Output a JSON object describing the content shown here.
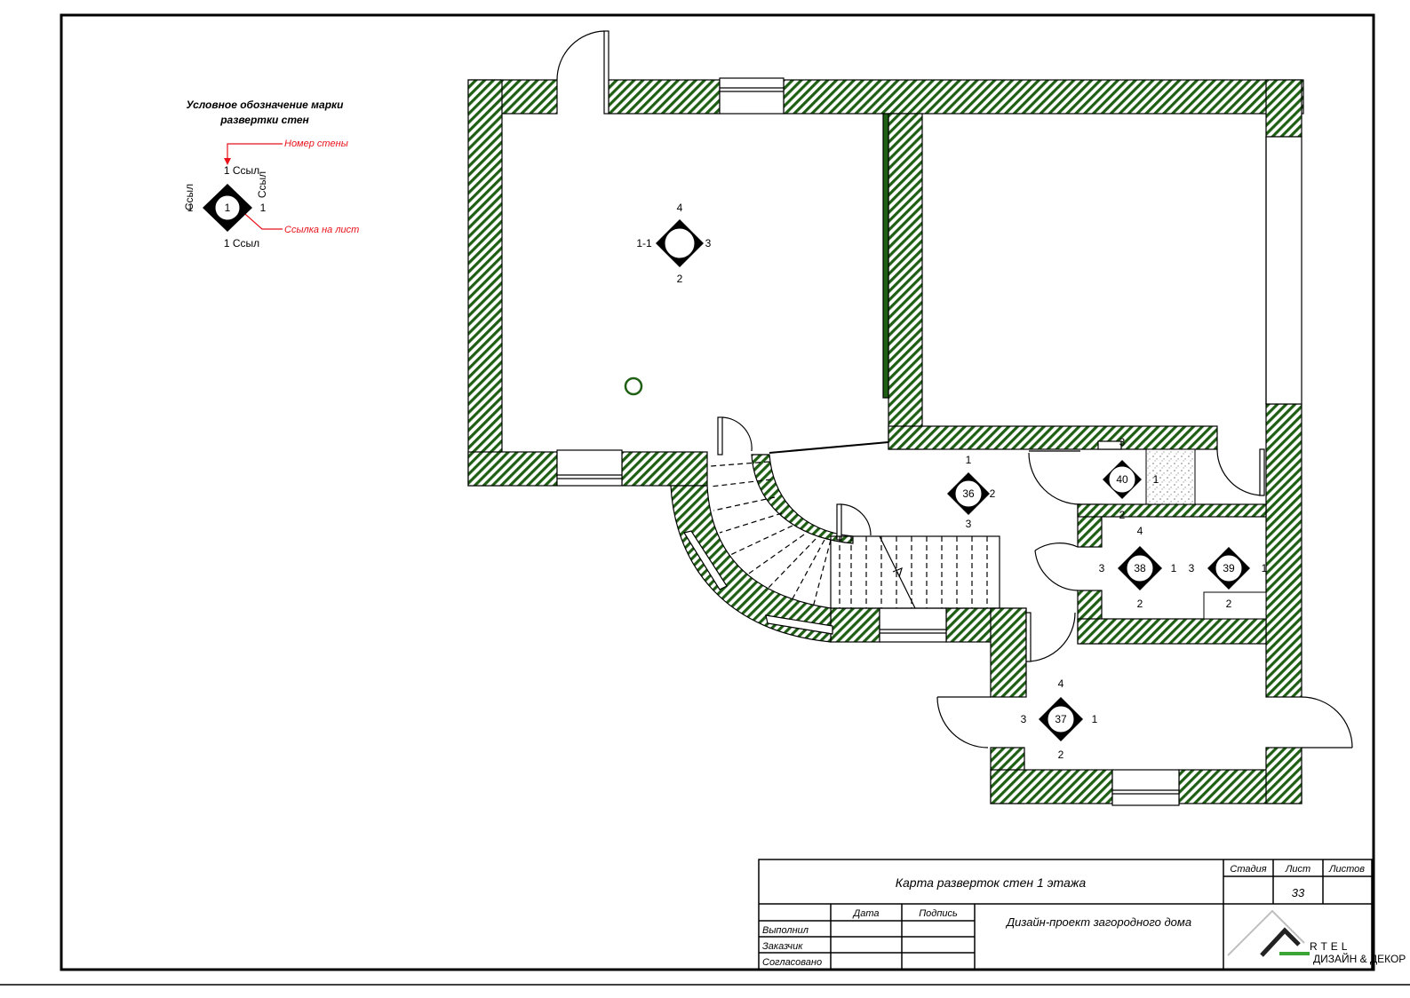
{
  "legend": {
    "title_line1": "Условное обозначение марки",
    "title_line2": "развертки стен",
    "wall_number_note": "Номер стены",
    "sheet_link_note": "Ссылка на лист",
    "top_label": "1 Ссыл",
    "bottom_label": "1 Ссыл",
    "left_label": "Ссыл",
    "left_num": "1",
    "right_label": "Ссыл",
    "right_num": "1",
    "center": "1"
  },
  "markers": [
    {
      "center": "",
      "top": "4",
      "right": "3",
      "bottom": "2",
      "left": "1-1"
    },
    {
      "center": "36",
      "top": "1",
      "right": "2",
      "bottom": "3",
      "left": ""
    },
    {
      "center": "40",
      "top": "3",
      "right": "1",
      "bottom": "2",
      "left": ""
    },
    {
      "center": "38",
      "top": "4",
      "right": "1",
      "bottom": "2",
      "left": "3"
    },
    {
      "center": "39",
      "top": "",
      "right": "1",
      "bottom": "2",
      "left": "3"
    },
    {
      "center": "37",
      "top": "4",
      "right": "1",
      "bottom": "2",
      "left": "3"
    }
  ],
  "title_block": {
    "sheet_title": "Карта разверток стен 1 этажа",
    "stage_header": "Стадия",
    "sheet_header": "Лист",
    "sheets_header": "Листов",
    "stage_value": "",
    "sheet_value": "33",
    "sheets_value": "",
    "date_header": "Дата",
    "signature_header": "Подпись",
    "row_made_by": "Выполнил",
    "row_customer": "Заказчик",
    "row_approved": "Согласовано",
    "project_name": "Дизайн-проект загородного дома",
    "logo_text": "RTEL",
    "logo_sub": "ДИЗАЙН & ДЕКОР"
  },
  "colors": {
    "wall_hatch": "#1f5f14",
    "annotation_red": "#e8111a",
    "line": "#000000"
  }
}
